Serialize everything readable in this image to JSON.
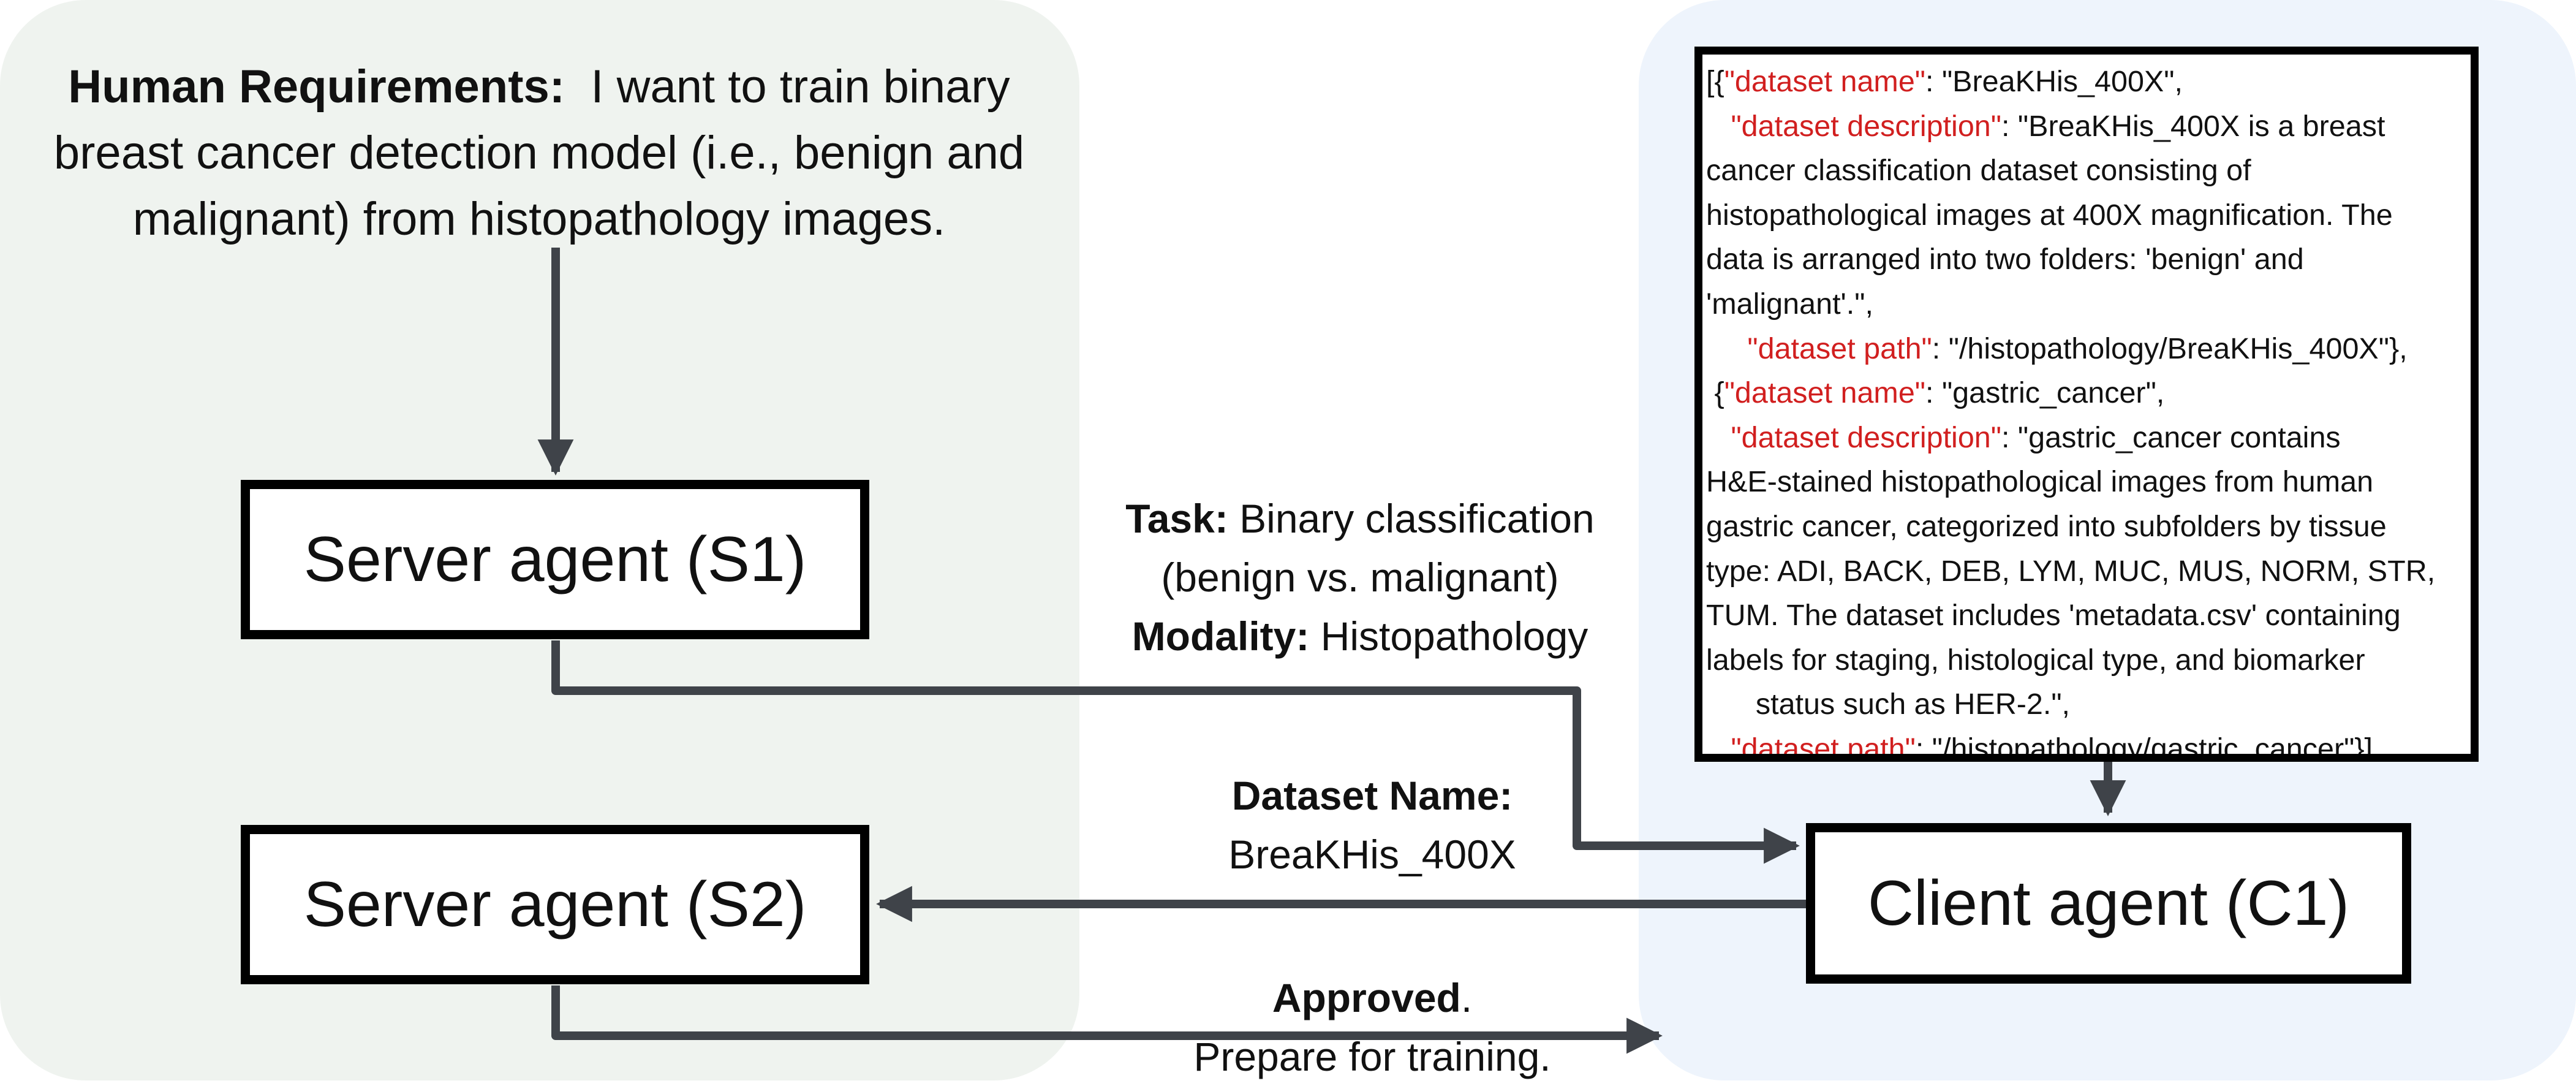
{
  "human": {
    "label": "Human Requirements:",
    "text": "I want to train binary breast cancer detection model (i.e., benign and malignant) from histopathology images."
  },
  "agents": {
    "s1": "Server agent (S1)",
    "s2": "Server agent (S2)",
    "c1": "Client agent (C1)"
  },
  "task": {
    "task_label": "Task:",
    "task_text": "Binary classification",
    "task_detail": "(benign vs. malignant)",
    "modality_label": "Modality:",
    "modality_text": "Histopathology"
  },
  "dataset_response": {
    "label": "Dataset Name:",
    "value": "BreaKHis_400X"
  },
  "approval": {
    "bold": "Approved",
    "tail": ".",
    "line2": "Prepare for training."
  },
  "datasets_json": {
    "lines": [
      [
        {
          "t": "[{",
          "k": false
        },
        {
          "t": "\"dataset name\"",
          "k": true
        },
        {
          "t": ": \"BreaKHis_400X\",",
          "k": false
        }
      ],
      [
        {
          "t": "   ",
          "k": false
        },
        {
          "t": "\"dataset description\"",
          "k": true
        },
        {
          "t": ": \"BreaKHis_400X is a breast",
          "k": false
        }
      ],
      [
        {
          "t": "cancer classification dataset consisting of",
          "k": false
        }
      ],
      [
        {
          "t": "histopathological images at 400X magnification. The",
          "k": false
        }
      ],
      [
        {
          "t": "data is arranged into two folders: 'benign' and",
          "k": false
        }
      ],
      [
        {
          "t": "'malignant'.\",",
          "k": false
        }
      ],
      [
        {
          "t": "     ",
          "k": false
        },
        {
          "t": "\"dataset path\"",
          "k": true
        },
        {
          "t": ": \"/histopathology/BreaKHis_400X\"},",
          "k": false
        }
      ],
      [
        {
          "t": " {",
          "k": false
        },
        {
          "t": "\"dataset name\"",
          "k": true
        },
        {
          "t": ": \"gastric_cancer\",",
          "k": false
        }
      ],
      [
        {
          "t": "   ",
          "k": false
        },
        {
          "t": "\"dataset description\"",
          "k": true
        },
        {
          "t": ": \"gastric_cancer contains",
          "k": false
        }
      ],
      [
        {
          "t": "H&E-stained histopathological images from human",
          "k": false
        }
      ],
      [
        {
          "t": "gastric cancer, categorized into subfolders by tissue",
          "k": false
        }
      ],
      [
        {
          "t": "type: ADI, BACK, DEB, LYM, MUC, MUS, NORM, STR,",
          "k": false
        }
      ],
      [
        {
          "t": "TUM. The dataset includes 'metadata.csv' containing",
          "k": false
        }
      ],
      [
        {
          "t": "labels for staging, histological type, and biomarker",
          "k": false
        }
      ],
      [
        {
          "t": "      status such as HER-2.\",",
          "k": false
        }
      ],
      [
        {
          "t": "   ",
          "k": false
        },
        {
          "t": "\"dataset path\"",
          "k": true
        },
        {
          "t": ": \"/histopathology/gastric_cancer\"}]",
          "k": false
        }
      ]
    ]
  },
  "colors": {
    "server_panel": "#eff3ef",
    "client_panel": "#eef4fc",
    "arrow": "#3f4349",
    "json_key": "#d11f1f"
  }
}
